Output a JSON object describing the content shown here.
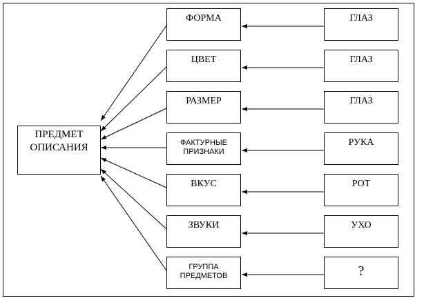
{
  "center": {
    "label": "ПРЕДМЕТ\nОПИСАНИЯ"
  },
  "rows": [
    {
      "property": "ФОРМА",
      "source": "ГЛАЗ",
      "prop_small": false,
      "source_large": false
    },
    {
      "property": "ЦВЕТ",
      "source": "ГЛАЗ",
      "prop_small": false,
      "source_large": false
    },
    {
      "property": "РАЗМЕР",
      "source": "ГЛАЗ",
      "prop_small": false,
      "source_large": false
    },
    {
      "property": "ФАКТУРНЫЕ\nПРИЗНАКИ",
      "source": "РУКА",
      "prop_small": true,
      "source_large": false
    },
    {
      "property": "ВКУС",
      "source": "РОТ",
      "prop_small": false,
      "source_large": false
    },
    {
      "property": "ЗВУКИ",
      "source": "УХО",
      "prop_small": false,
      "source_large": false
    },
    {
      "property": "ГРУППА\nПРЕДМЕТОВ",
      "source": "?",
      "prop_small": true,
      "source_large": true
    }
  ]
}
